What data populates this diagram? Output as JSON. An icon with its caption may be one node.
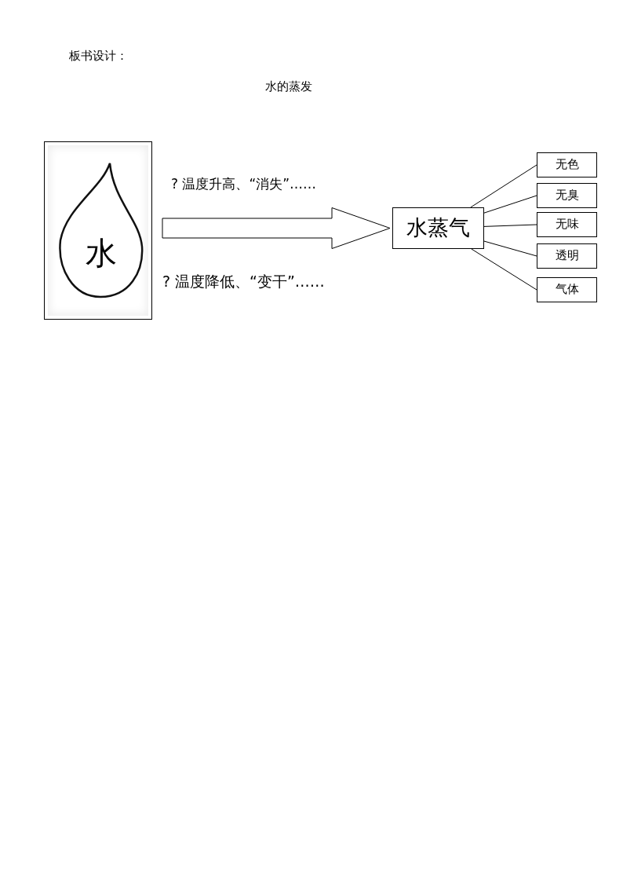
{
  "diagram": {
    "title": "水的蒸发",
    "nodes": [
      {
        "text": [],
        "shape": "picture"
      },
      {
        "text": [
          "水"
        ],
        "in": 0
      },
      {
        "text": [
          "水蒸气"
        ]
      },
      {
        "text": [
          "无色"
        ]
      },
      {
        "text": [
          "无臭"
        ]
      },
      {
        "text": [
          "无味"
        ]
      },
      {
        "text": [
          "透明"
        ]
      },
      {
        "text": [
          "气体"
        ]
      }
    ],
    "edges": [
      {
        "from": 0,
        "to": 2,
        "arrow": "to",
        "style": "thick"
      },
      {
        "from": 2,
        "to": 3,
        "arrow": "none"
      },
      {
        "from": 2,
        "to": 4,
        "arrow": "none"
      },
      {
        "from": 2,
        "to": 5,
        "arrow": "none"
      },
      {
        "from": 2,
        "to": 6,
        "arrow": "none"
      },
      {
        "from": 2,
        "to": 7,
        "arrow": "none"
      }
    ],
    "labels": [
      "板书设计：",
      "? 温度升高、“消失”……",
      "? 温度降低、“变干”……"
    ]
  }
}
